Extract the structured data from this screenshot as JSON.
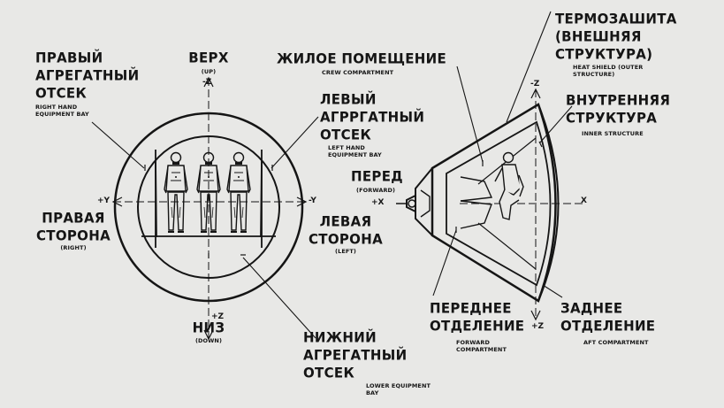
{
  "labels": {
    "top_en": "ВЕРХ",
    "top_sub": "(UP)",
    "bottom_ru": "НИЗ",
    "bottom_sub": "(DOWN)",
    "right_bay": [
      "ПРАВЫЙ",
      "АГРЕГАТНЫЙ",
      "ОТСЕК"
    ],
    "right_bay_en": [
      "RIGHT HAND",
      "EQUIPMENT BAY"
    ],
    "left_bay": [
      "ЛЕВЫЙ",
      "АГРРГАТНЫЙ",
      "ОТСЕК"
    ],
    "left_bay_en": [
      "LEFT HAND",
      "EQUIPMENT BAY"
    ],
    "right_side": [
      "ПРАВАЯ",
      "СТОРОНА"
    ],
    "right_side_en": "(RIGHT)",
    "left_side": [
      "ЛЕВАЯ",
      "СТОРОНА"
    ],
    "left_side_en": "(LEFT)",
    "lower_bay": [
      "НИЖНИЙ",
      "АГРЕГАТНЫЙ",
      "ОТСЕК"
    ],
    "lower_bay_en": [
      "LOWER EQUIPMENT",
      "BAY"
    ],
    "crew": "ЖИЛОЕ ПОМЕЩЕНИЕ",
    "crew_en": "CREW COMPARTMENT",
    "heat_shield": [
      "ТЕРМОЗАШИТА",
      "(ВНЕШНЯЯ",
      "СТРУКТУРА)"
    ],
    "heat_shield_en": [
      "HEAT SHIELD (OUTER",
      "STRUCTURE)"
    ],
    "inner": [
      "ВНУТРЕННЯЯ",
      "СТРУКТУРА"
    ],
    "inner_en": "INNER STRUCTURE",
    "forward": "ПЕРЕД",
    "forward_en": "(FORWARD)",
    "fwd_comp": [
      "ПЕРЕДНЕЕ",
      "ОТДЕЛЕНИЕ"
    ],
    "fwd_comp_en": [
      "FORWARD",
      "COMPARTMENT"
    ],
    "aft_comp": [
      "ЗАДНЕЕ",
      "ОТДЕЛЕНИЕ"
    ],
    "aft_comp_en": "AFT COMPARTMENT"
  },
  "axes": {
    "front_minus_z": "-Z",
    "front_plus_y": "+Y",
    "front_minus_y": "-Y",
    "front_plus_z": "+Z",
    "side_minus_z": "-Z",
    "side_plus_x": "+X",
    "side_x": "X",
    "side_plus_z": "+Z"
  }
}
